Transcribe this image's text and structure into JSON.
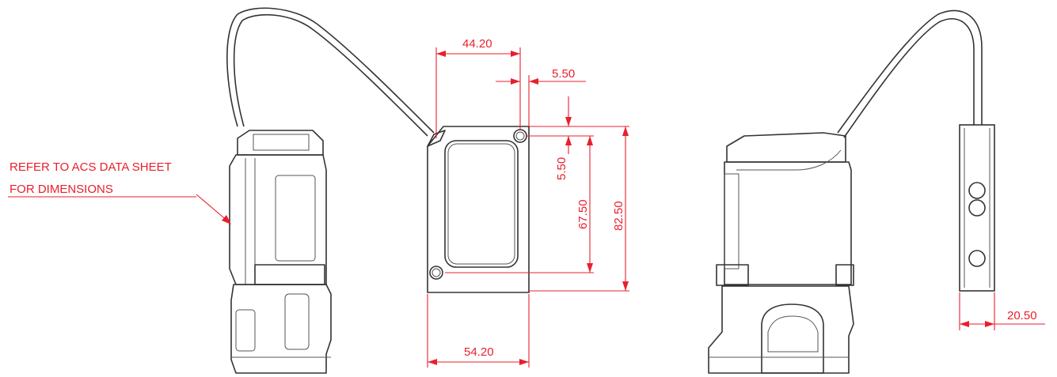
{
  "colors": {
    "dimension": "#e8202c",
    "outline": "#333333",
    "background": "#ffffff"
  },
  "note": {
    "line1": "REFER TO ACS DATA SHEET",
    "line2": "FOR DIMENSIONS"
  },
  "dimensions": {
    "top_width": "44.20",
    "hole_offset_x": "5.50",
    "hole_offset_y": "5.50",
    "hole_spacing_vertical": "67.50",
    "overall_height": "82.50",
    "overall_width": "54.20",
    "sensor_depth": "20.50"
  }
}
